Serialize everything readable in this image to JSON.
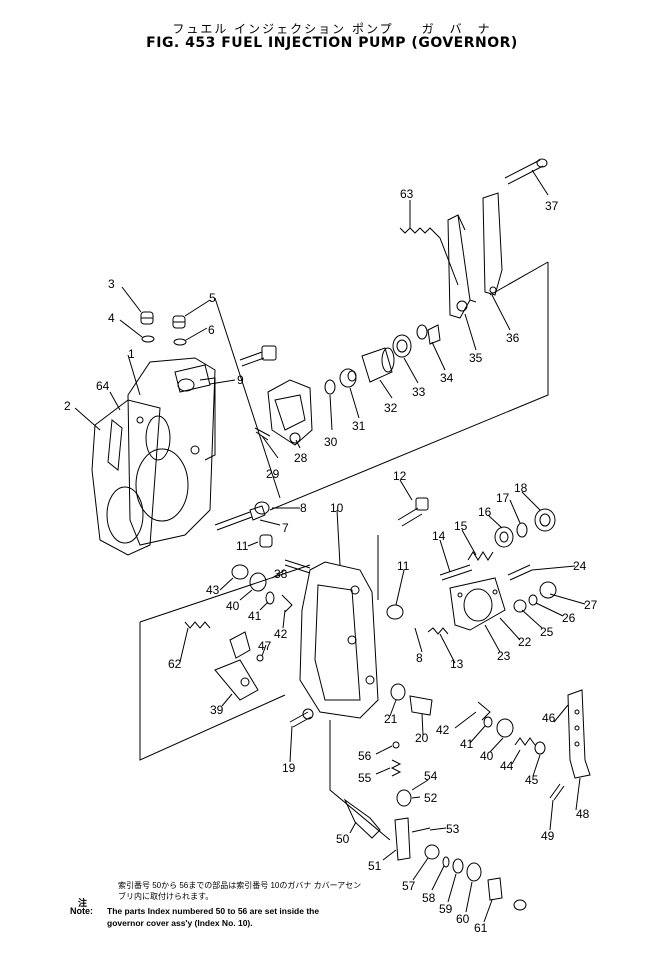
{
  "header": {
    "title_jp": "フュエル インジェクション ポンプ　　ガ　バ　ナ",
    "title": "FIG. 453  FUEL  INJECTION  PUMP  (GOVERNOR)"
  },
  "callouts": [
    "1",
    "2",
    "3",
    "4",
    "5",
    "6",
    "7",
    "8",
    "9",
    "10",
    "11",
    "12",
    "13",
    "14",
    "15",
    "16",
    "17",
    "18",
    "19",
    "20",
    "21",
    "22",
    "23",
    "24",
    "25",
    "26",
    "27",
    "28",
    "29",
    "30",
    "31",
    "32",
    "33",
    "34",
    "35",
    "36",
    "37",
    "38",
    "39",
    "40",
    "41",
    "42",
    "43",
    "44",
    "45",
    "46",
    "47",
    "48",
    "49",
    "50",
    "51",
    "52",
    "53",
    "54",
    "55",
    "56",
    "57",
    "58",
    "59",
    "60",
    "61",
    "62",
    "63",
    "64"
  ],
  "note": {
    "jp_label": "注",
    "en_label": "Note:",
    "jp_text": "索引番号 50から 56までの部品は索引番号 10のガバナ カバーアセンブリ内に取付けられます。",
    "en_text_line1": "The parts Index numbered 50 to 56 are set inside the",
    "en_text_line2": "governor cover ass'y (Index No. 10)."
  }
}
